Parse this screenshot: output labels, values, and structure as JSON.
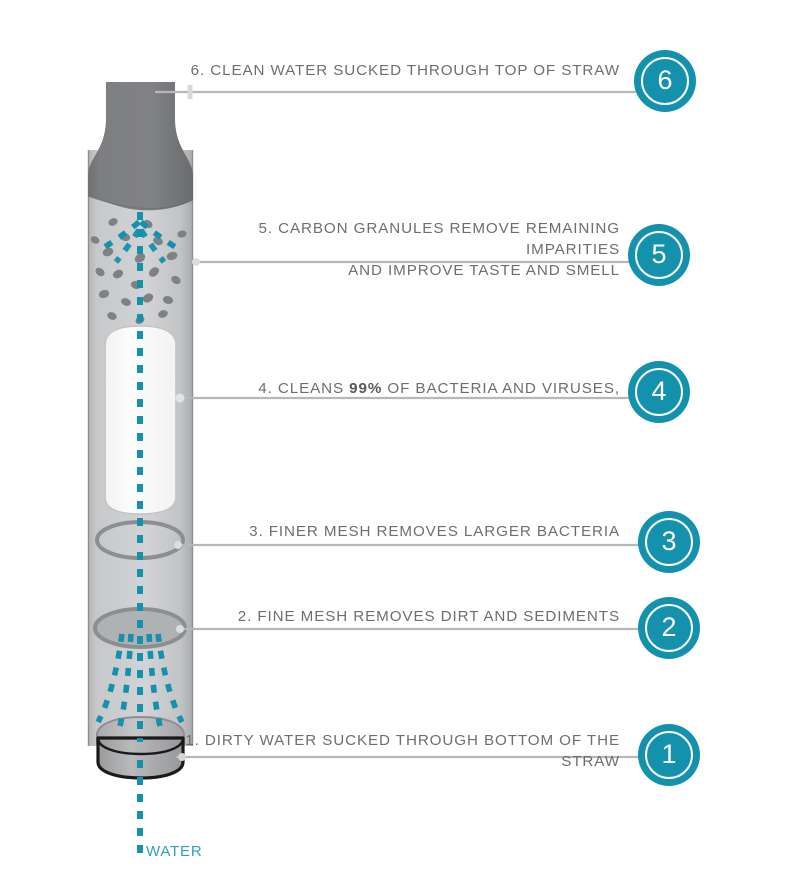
{
  "diagram": {
    "title": "Water filter straw filtration stages",
    "accent_color": "#1491ad",
    "text_color": "#6d6e70",
    "body_gray": "#c9cacb",
    "dark_gray": "#7a7a7a"
  },
  "steps": [
    {
      "number": "6",
      "label": "6. CLEAN WATER SUCKED THROUGH TOP OF STRAW"
    },
    {
      "number": "5",
      "label": "5. CARBON GRANULES REMOVE REMAINING IMPARITIES\nAND IMPROVE TASTE AND SMELL"
    },
    {
      "number": "4",
      "label_before": "4. CLEANS ",
      "label_bold": "99%",
      "label_after": " OF BACTERIA AND VIRUSES,"
    },
    {
      "number": "3",
      "label": "3. FINER MESH REMOVES LARGER BACTERIA"
    },
    {
      "number": "2",
      "label": "2. FINE MESH REMOVES DIRT AND SEDIMENTS"
    },
    {
      "number": "1",
      "label": "1. DIRTY WATER SUCKED THROUGH BOTTOM OF THE STRAW"
    }
  ],
  "water": {
    "label": "WATER"
  }
}
